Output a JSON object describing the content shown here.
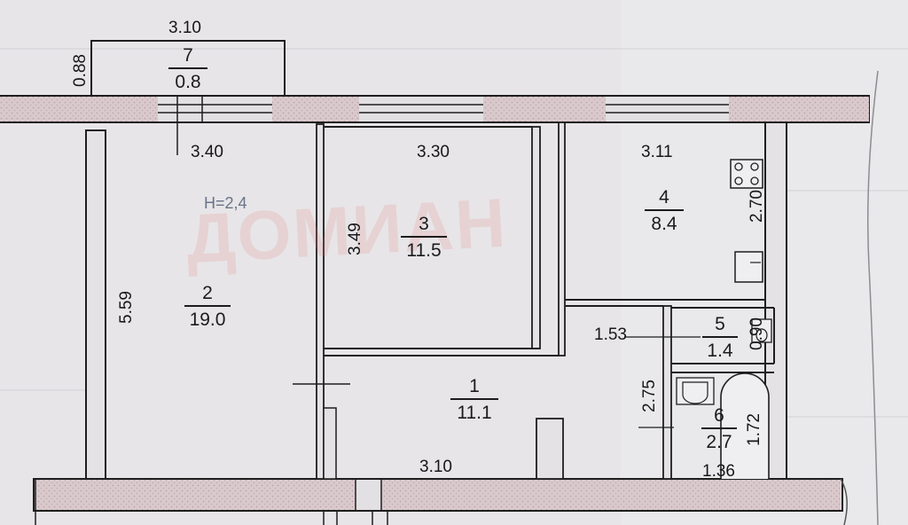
{
  "plan": {
    "height_label": "H=2,4",
    "watermark": "ДОМИАН"
  },
  "rooms": [
    {
      "number": "7",
      "area": "0.8"
    },
    {
      "number": "2",
      "area": "19.0"
    },
    {
      "number": "3",
      "area": "11.5"
    },
    {
      "number": "4",
      "area": "8.4"
    },
    {
      "number": "5",
      "area": "1.4"
    },
    {
      "number": "1",
      "area": "11.1"
    },
    {
      "number": "6",
      "area": "2.7"
    }
  ],
  "dimensions": {
    "balcony_width": "3.10",
    "balcony_depth": "0.88",
    "room2_width": "3.40",
    "room2_length": "5.59",
    "room3_width": "3.30",
    "room3_length": "3.49",
    "room4_width": "3.11",
    "room4_length": "2.70",
    "corridor_width": "1.53",
    "bath_length": "0.90",
    "wc_length": "2.75",
    "wc_bath": "1.72",
    "wc_width": "1.36",
    "hall_bottom": "3.10"
  }
}
